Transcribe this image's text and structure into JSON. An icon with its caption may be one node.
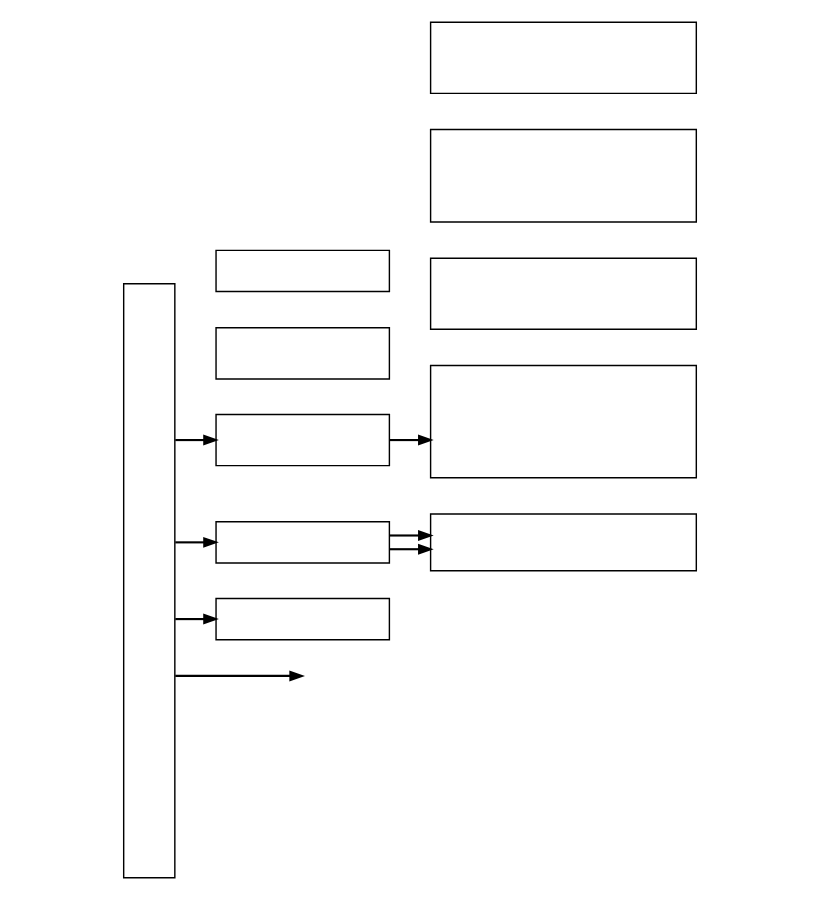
{
  "diagram": {
    "nodes": [
      {
        "text": [],
        "shape": "box"
      },
      {
        "text": [],
        "shape": "box"
      },
      {
        "text": [],
        "shape": "box"
      },
      {
        "text": [],
        "shape": "box"
      },
      {
        "text": [],
        "shape": "box"
      },
      {
        "text": [],
        "shape": "box"
      },
      {
        "text": [],
        "shape": "box"
      },
      {
        "text": [],
        "shape": "box"
      },
      {
        "text": [],
        "shape": "box"
      },
      {
        "text": [],
        "shape": "box"
      },
      {
        "text": [],
        "shape": "box"
      }
    ],
    "edges": [
      {
        "from": 0,
        "to": 1,
        "arrow": "to"
      },
      {
        "from": 0,
        "to": null,
        "arrow": "to"
      },
      {
        "from": 0,
        "to": 5,
        "arrow": "to"
      },
      {
        "from": 0,
        "to": 7,
        "arrow": "to"
      },
      {
        "from": 1,
        "to": 2,
        "arrow": "to"
      },
      {
        "from": 5,
        "to": 6,
        "arrow": "to"
      },
      {
        "from": 5,
        "to": 6,
        "arrow": "to"
      }
    ]
  }
}
